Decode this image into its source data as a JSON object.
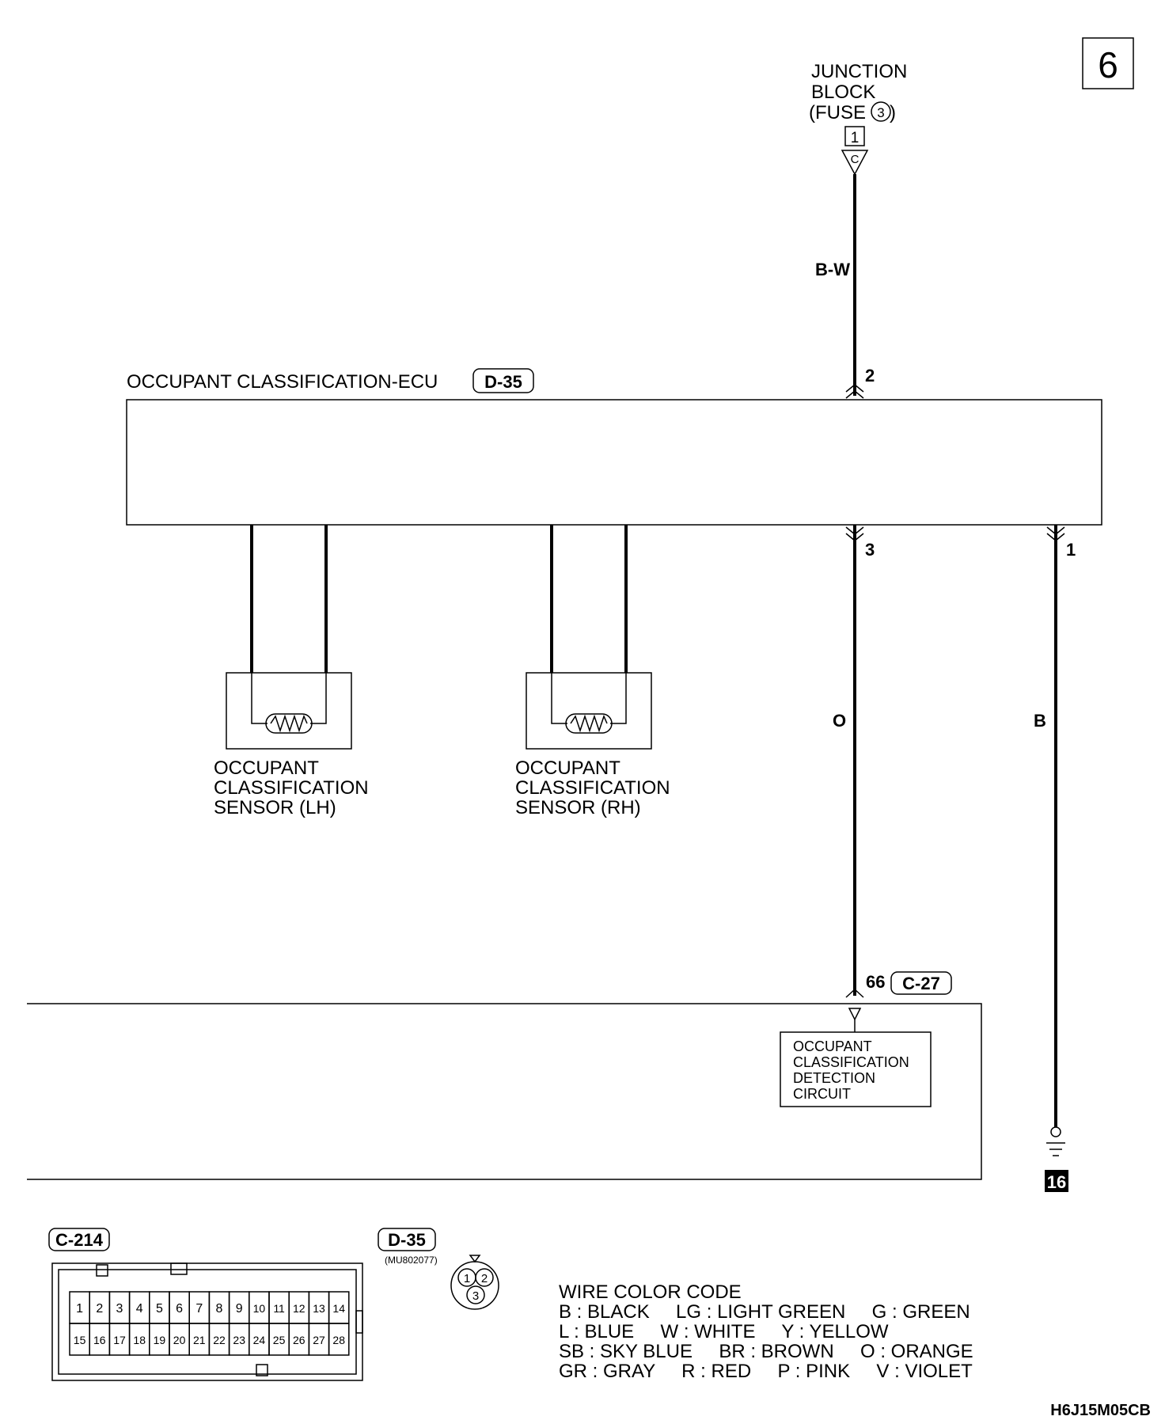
{
  "page_number": "6",
  "junction_block": {
    "line1": "JUNCTION",
    "line2": "BLOCK",
    "line3_prefix": "(FUSE",
    "fuse_num": "3",
    "line3_suffix": ")",
    "pin": "1",
    "connector_letter": "C"
  },
  "ecu": {
    "name": "OCCUPANT CLASSIFICATION-ECU",
    "connector": "D-35"
  },
  "wires": {
    "supply": {
      "color": "B-W",
      "pin": "2"
    },
    "signal": {
      "color": "O",
      "pin": "3"
    },
    "ground": {
      "color": "B",
      "pin": "1"
    }
  },
  "sensor_lh": {
    "line1": "OCCUPANT",
    "line2": "CLASSIFICATION",
    "line3": "SENSOR (LH)"
  },
  "sensor_rh": {
    "line1": "OCCUPANT",
    "line2": "CLASSIFICATION",
    "line3": "SENSOR (RH)"
  },
  "srs_connector": {
    "pin": "66",
    "connector": "C-27"
  },
  "detection_circuit": {
    "line1": "OCCUPANT",
    "line2": "CLASSIFICATION",
    "line3": "DETECTION",
    "line4": "CIRCUIT"
  },
  "ground_point": "16",
  "connector_c214": {
    "label": "C-214",
    "row1": [
      "1",
      "2",
      "3",
      "4",
      "5",
      "6",
      "7",
      "8",
      "9",
      "10",
      "11",
      "12",
      "13",
      "14"
    ],
    "row2": [
      "15",
      "16",
      "17",
      "18",
      "19",
      "20",
      "21",
      "22",
      "23",
      "24",
      "25",
      "26",
      "27",
      "28"
    ]
  },
  "connector_d35": {
    "label": "D-35",
    "part": "(MU802077)",
    "pins": [
      "1",
      "2",
      "3"
    ]
  },
  "wire_color_code": {
    "title": "WIRE COLOR CODE",
    "lines": [
      "B : BLACK     LG : LIGHT GREEN     G : GREEN",
      "L : BLUE     W : WHITE     Y : YELLOW",
      "SB : SKY BLUE     BR : BROWN     O : ORANGE",
      "GR : GRAY     R : RED     P : PINK     V : VIOLET"
    ]
  },
  "diagram_code": "H6J15M05CB"
}
